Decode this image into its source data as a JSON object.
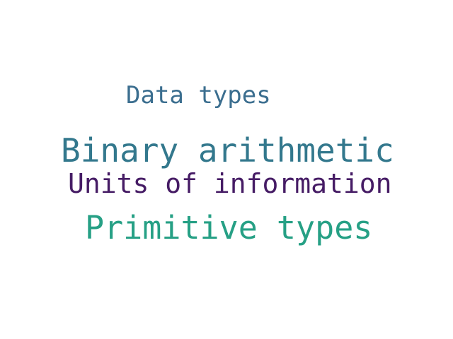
{
  "words": [
    {
      "id": "data-types",
      "text": "Data types",
      "color": "#3b6e8f"
    },
    {
      "id": "binary-arithmetic",
      "text": "Binary arithmetic",
      "color": "#33788d"
    },
    {
      "id": "units-of-information",
      "text": "Units of information",
      "color": "#461c65"
    },
    {
      "id": "primitive-types",
      "text": "Primitive types",
      "color": "#26a085"
    }
  ]
}
